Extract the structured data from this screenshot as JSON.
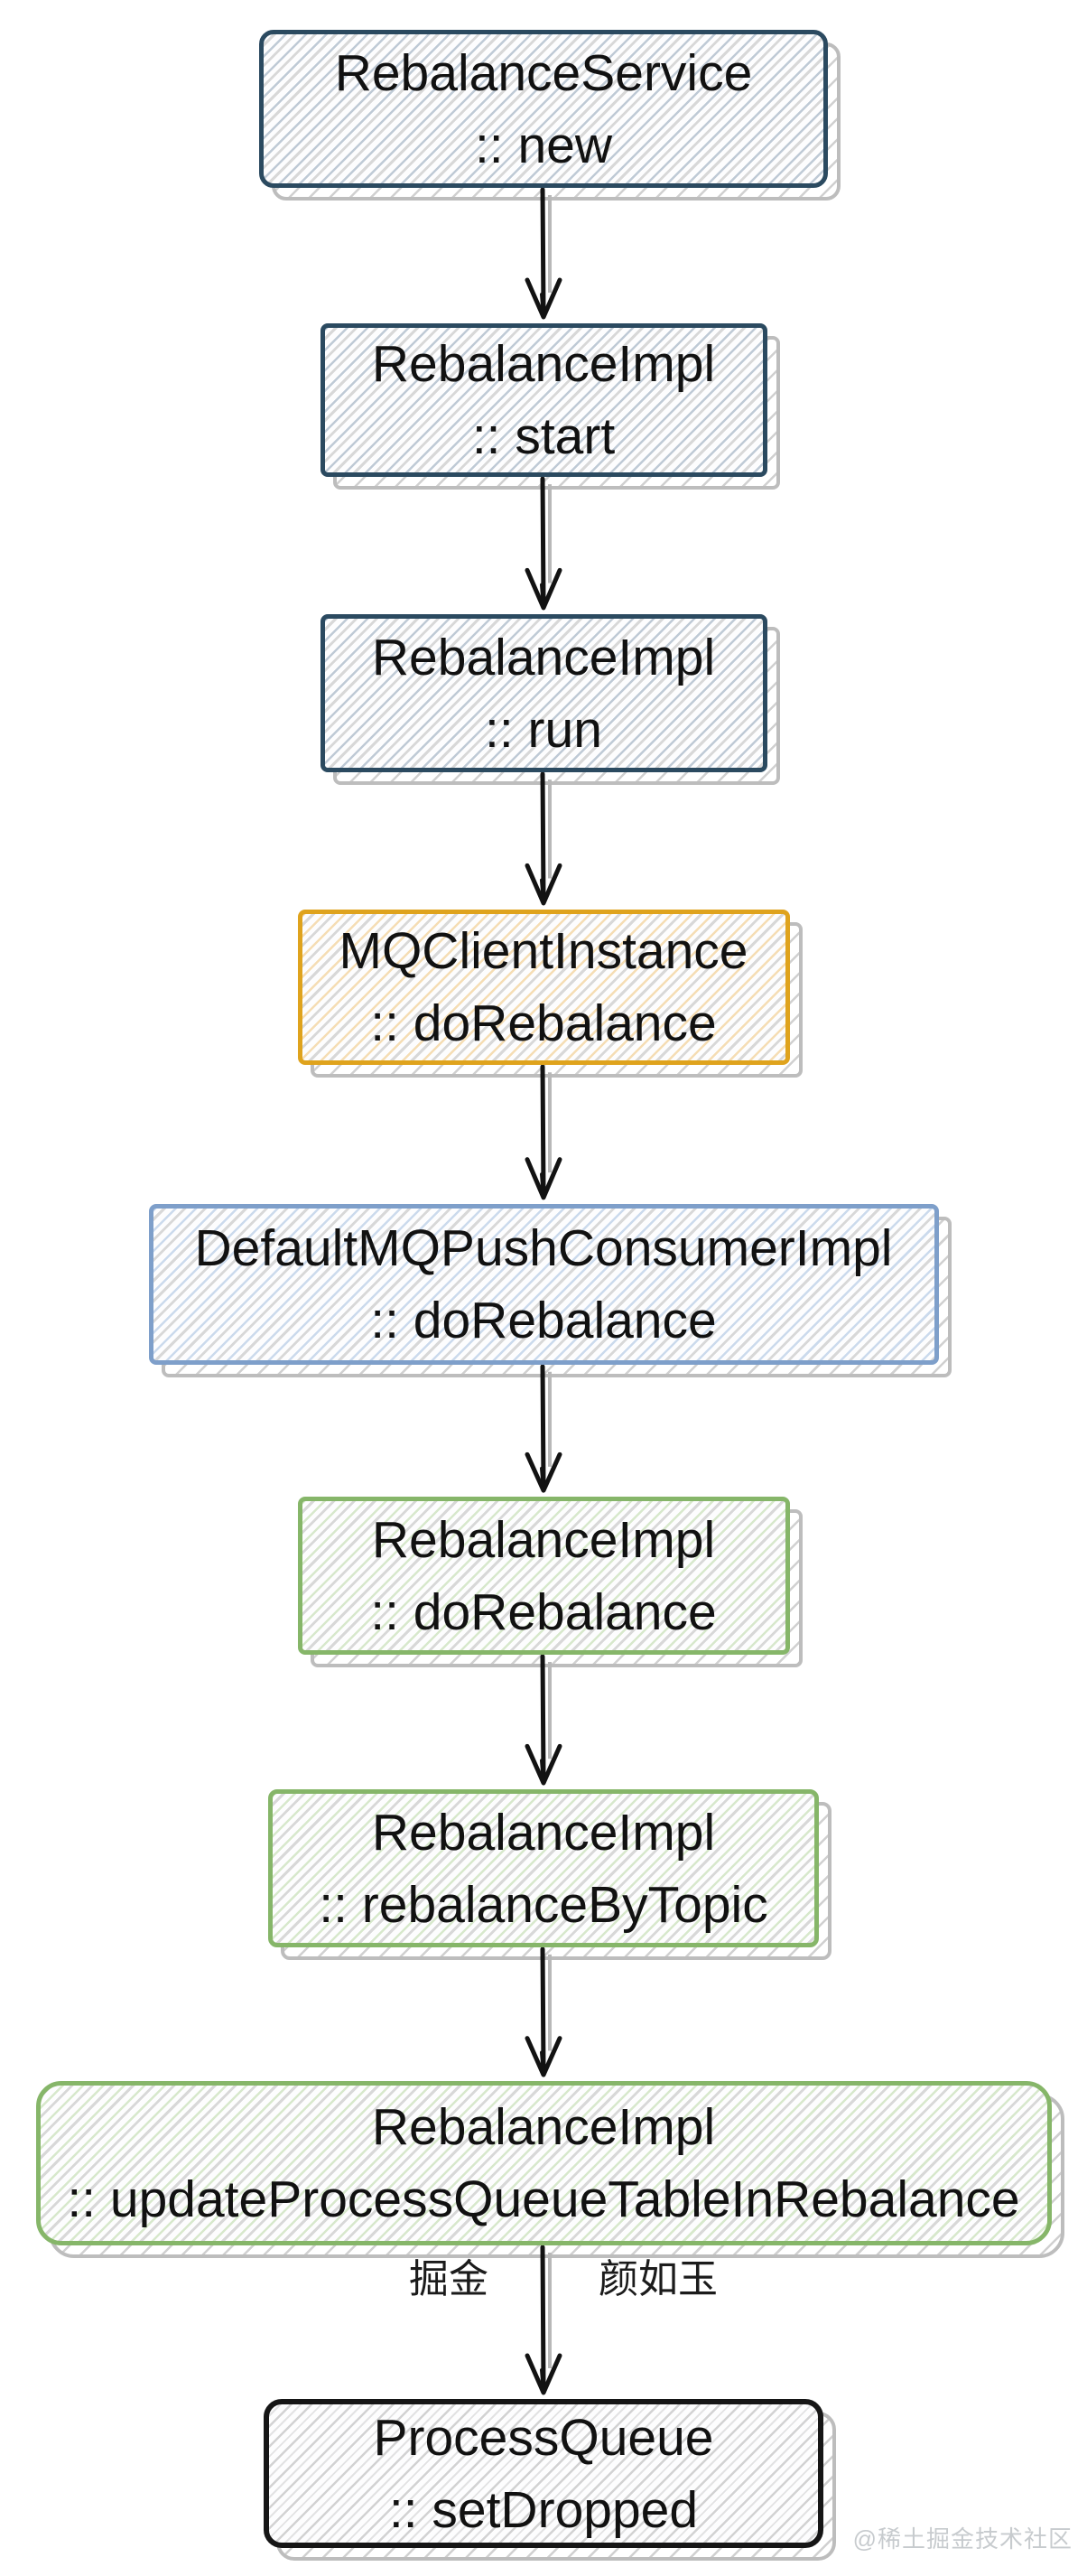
{
  "diagram": {
    "type": "flowchart",
    "direction": "top-down",
    "nodes": [
      {
        "class_name": "RebalanceService",
        "method": ":: new",
        "scheme": "navy",
        "border_color": "#2b4a60"
      },
      {
        "class_name": "RebalanceImpl",
        "method": ":: start",
        "scheme": "navy",
        "border_color": "#2b4a60"
      },
      {
        "class_name": "RebalanceImpl",
        "method": ":: run",
        "scheme": "navy",
        "border_color": "#2b4a60"
      },
      {
        "class_name": "MQClientInstance",
        "method": ":: doRebalance",
        "scheme": "orange",
        "border_color": "#dfa31d"
      },
      {
        "class_name": "DefaultMQPushConsumerImpl",
        "method": ":: doRebalance",
        "scheme": "blue",
        "border_color": "#7e9fca"
      },
      {
        "class_name": "RebalanceImpl",
        "method": ":: doRebalance",
        "scheme": "green",
        "border_color": "#86b669"
      },
      {
        "class_name": "RebalanceImpl",
        "method": ":: rebalanceByTopic",
        "scheme": "green",
        "border_color": "#86b669"
      },
      {
        "class_name": "RebalanceImpl",
        "method": ":: updateProcessQueueTableInRebalance",
        "scheme": "green",
        "border_color": "#86b669"
      },
      {
        "class_name": "ProcessQueue",
        "method": ":: setDropped",
        "scheme": "black",
        "border_color": "#161616"
      }
    ],
    "edges": [
      {
        "from": 0,
        "to": 1
      },
      {
        "from": 1,
        "to": 2
      },
      {
        "from": 2,
        "to": 3
      },
      {
        "from": 3,
        "to": 4
      },
      {
        "from": 4,
        "to": 5
      },
      {
        "from": 5,
        "to": 6
      },
      {
        "from": 6,
        "to": 7
      },
      {
        "from": 7,
        "to": 8
      }
    ],
    "inline_watermark": {
      "left": "掘金",
      "right": "颜如玉"
    },
    "corner_watermark": "@稀土掘金技术社区",
    "colors": {
      "navy": "#2b4a60",
      "orange": "#dfa31d",
      "blue": "#7e9fca",
      "green": "#86b669",
      "black": "#161616",
      "shadow_gray": "#bdbdbd",
      "text": "#111111"
    }
  }
}
